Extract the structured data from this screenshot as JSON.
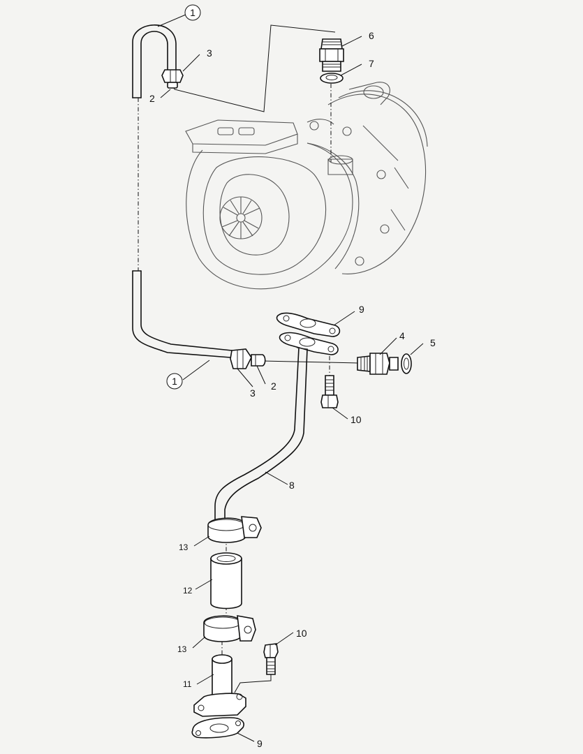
{
  "callouts": {
    "c1_top": "1",
    "c1_bottom": "1",
    "c2_top": "2",
    "c2_bottom": "2",
    "c3_top": "3",
    "c3_bottom": "3",
    "c4": "4",
    "c5": "5",
    "c6": "6",
    "c7": "7",
    "c8": "8",
    "c9_top": "9",
    "c9_bottom": "9",
    "c10_top": "10",
    "c10_bottom": "10",
    "c11": "11",
    "c12": "12",
    "c13_top": "13",
    "c13_bottom": "13"
  },
  "colors": {
    "background": "#f4f4f2",
    "line": "#111111"
  }
}
